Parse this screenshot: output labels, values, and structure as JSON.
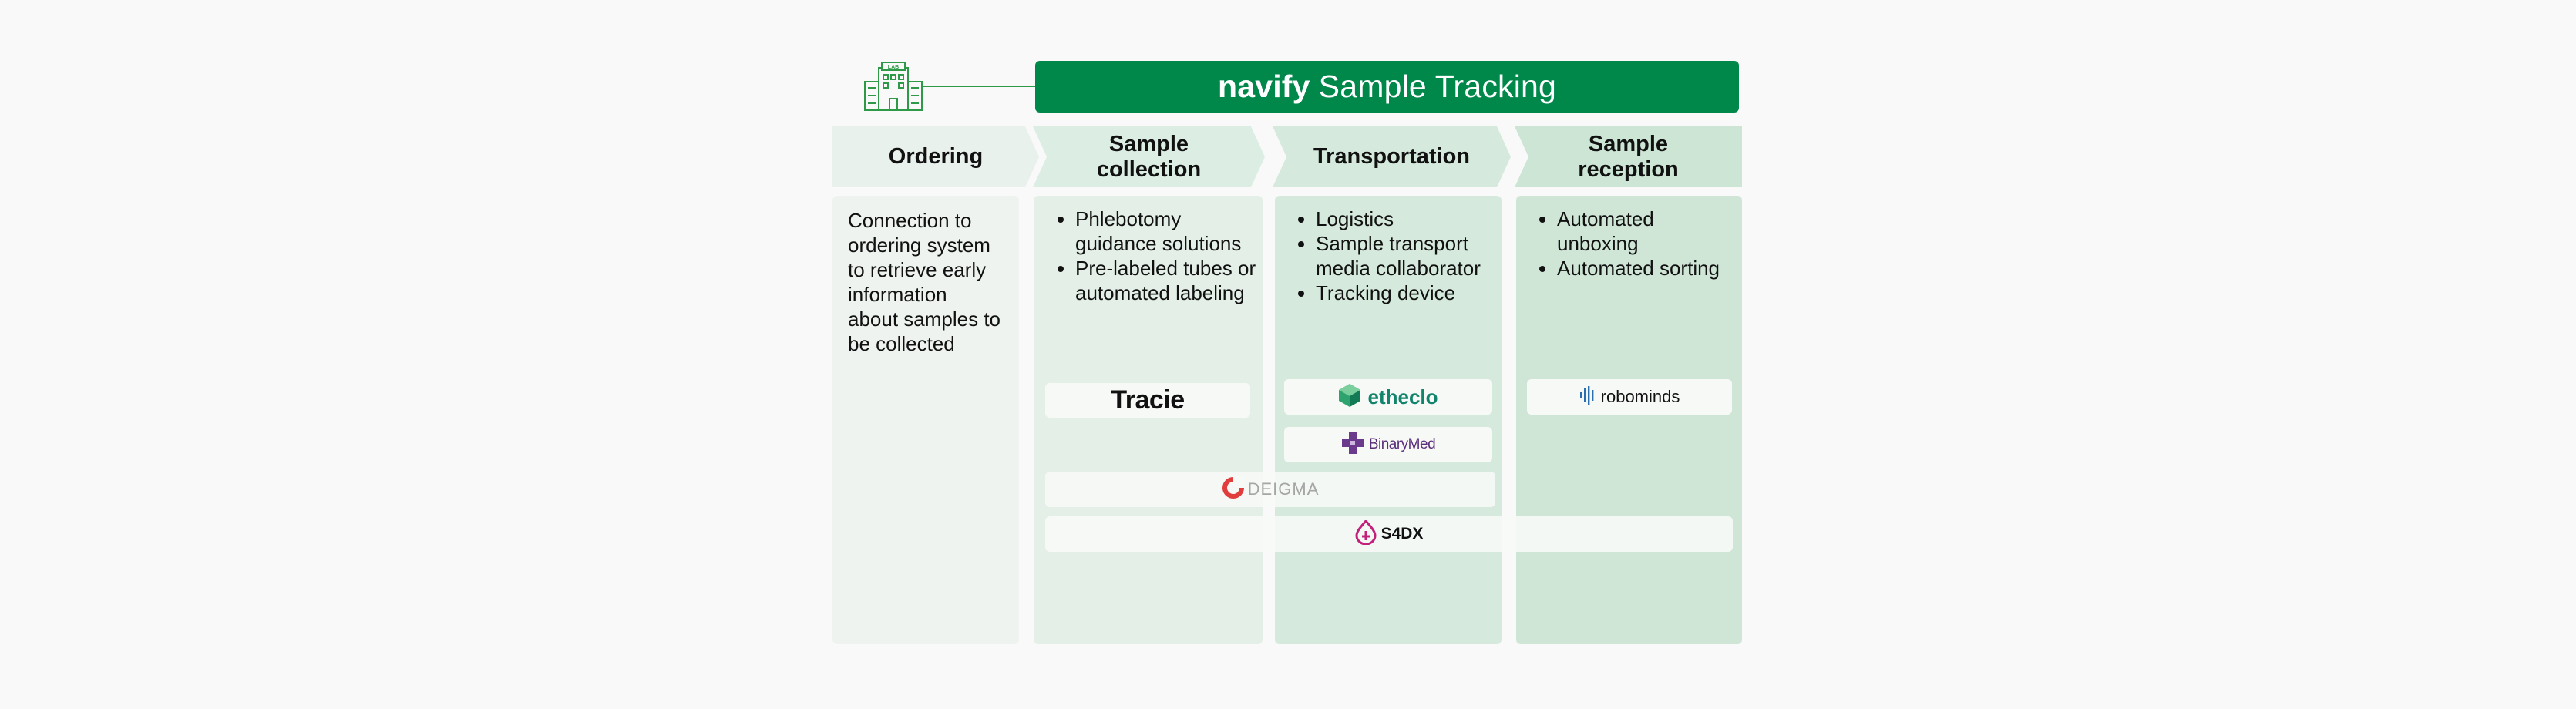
{
  "header": {
    "brand": "navify",
    "product": "Sample Tracking",
    "lab_icon_label": "LAB",
    "lab_icon": "lab-building-icon"
  },
  "stages": [
    {
      "title_line1": "Ordering",
      "title_line2": ""
    },
    {
      "title_line1": "Sample",
      "title_line2": "collection"
    },
    {
      "title_line1": "Transportation",
      "title_line2": ""
    },
    {
      "title_line1": "Sample",
      "title_line2": "reception"
    }
  ],
  "columns": {
    "ordering": {
      "text": "Connection to ordering system to retrieve early information about samples to be collected"
    },
    "collection": {
      "bullets": [
        "Phlebotomy guidance solutions",
        "Pre-labeled tubes or automated labeling"
      ]
    },
    "transportation": {
      "bullets": [
        "Logistics",
        "Sample transport media collaborator",
        "Tracking device"
      ]
    },
    "reception": {
      "bullets": [
        "Automated unboxing",
        "Automated sorting"
      ]
    }
  },
  "partners": {
    "tracie": "Tracie",
    "etheclo": "etheclo",
    "binarymed": "BinaryMed",
    "robominds": "robominds",
    "deigma": "DEIGMA",
    "s4dx": "S4DX"
  },
  "colors": {
    "brand_green": "#00874a",
    "line_green": "#2e9a48",
    "background": "#f9f9f9"
  }
}
